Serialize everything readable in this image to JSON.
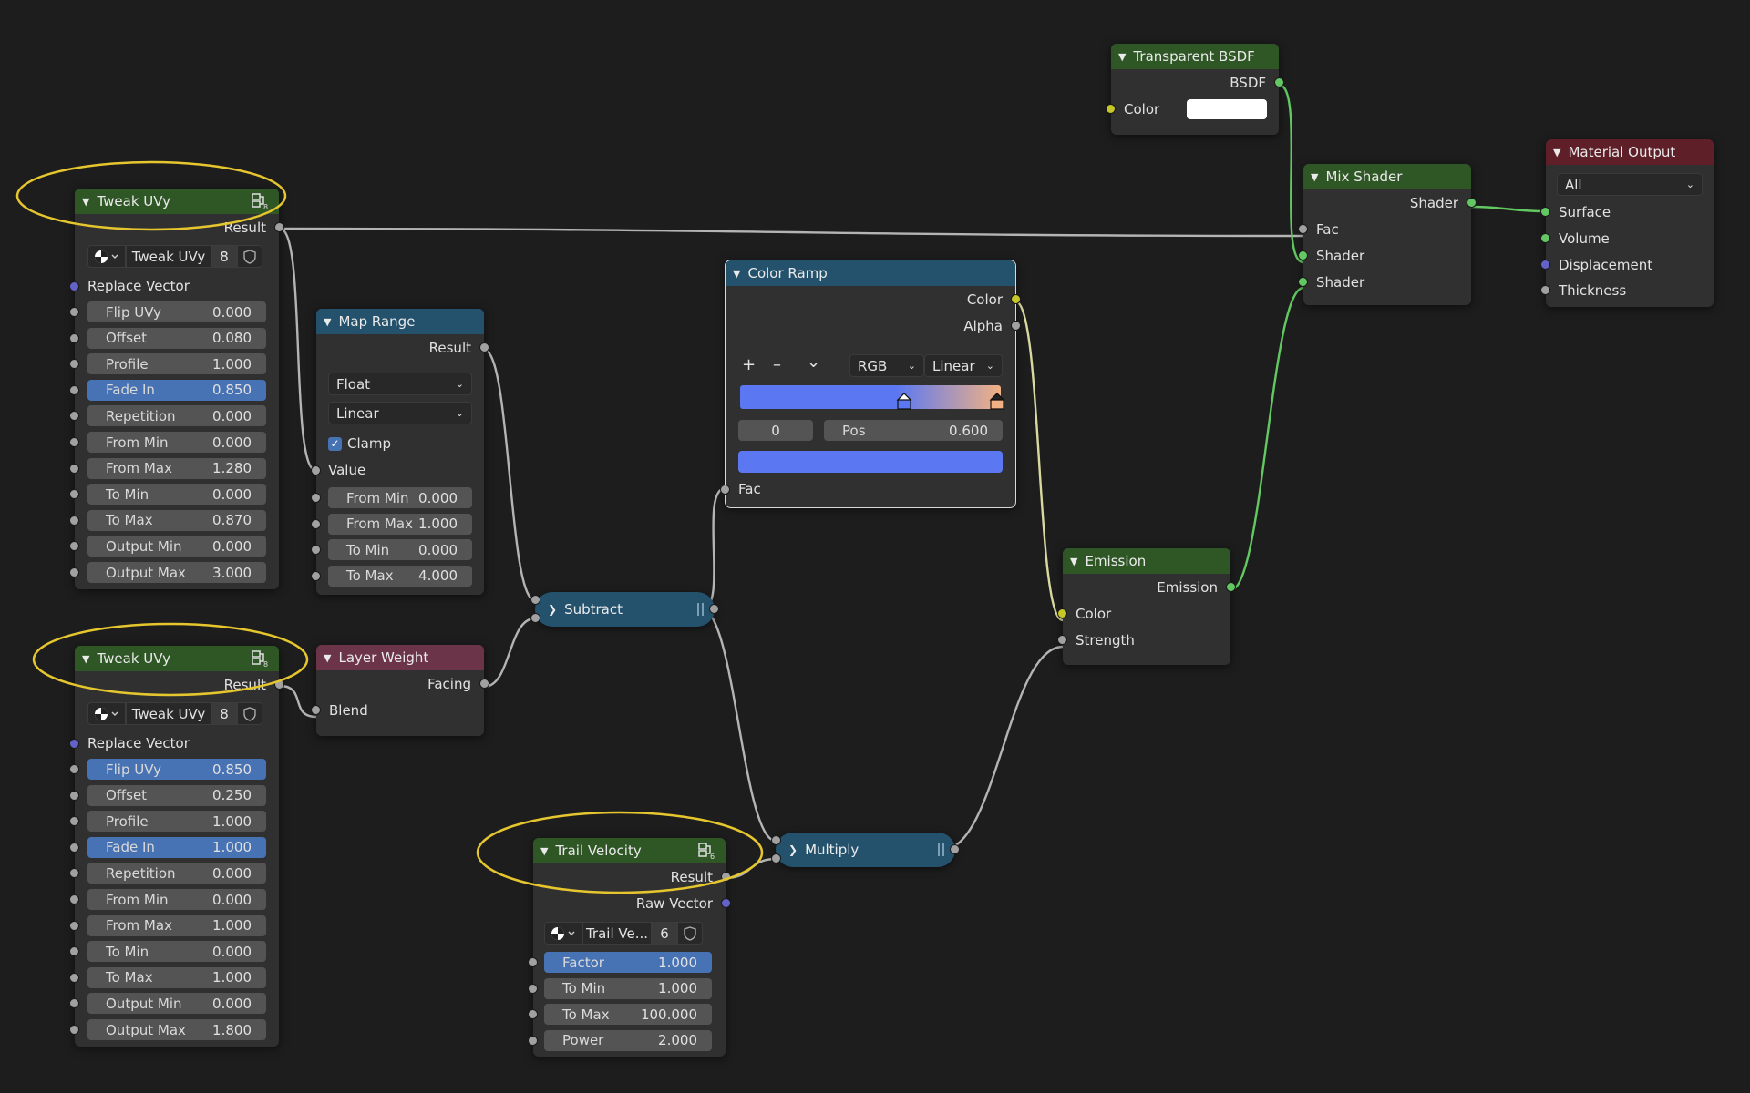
{
  "colors": {
    "background": "#1d1d1d",
    "node_body": "#303030",
    "header_group": "#2f5726",
    "header_converter": "#24526d",
    "header_input": "#6c3448",
    "header_output": "#5e1f28",
    "field": "#545454",
    "field_highlight": "#4772b3",
    "wire_default": "#b4b4b4",
    "wire_shader": "#62c862",
    "wire_color": "#d8d8a0",
    "annotation_oval": "#e6c62e"
  },
  "icons": {
    "node_group": "node-group-icon",
    "collapse": "chevron-down-icon",
    "expand": "chevron-right-icon",
    "material_sphere": "material-sphere-icon",
    "shield": "fake-user-shield-icon"
  },
  "nodes": {
    "tweak1": {
      "title": "Tweak UVy",
      "result": "Result",
      "group_name": "Tweak UVy",
      "users": "8",
      "replace_vector": "Replace Vector",
      "fields": [
        {
          "label": "Flip UVy",
          "value": "0.000",
          "highlight": false
        },
        {
          "label": "Offset",
          "value": "0.080",
          "highlight": false
        },
        {
          "label": "Profile",
          "value": "1.000",
          "highlight": false
        },
        {
          "label": "Fade In",
          "value": "0.850",
          "highlight": true
        },
        {
          "label": "Repetition",
          "value": "0.000",
          "highlight": false
        },
        {
          "label": "From Min",
          "value": "0.000",
          "highlight": false
        },
        {
          "label": "From Max",
          "value": "1.280",
          "highlight": false
        },
        {
          "label": "To Min",
          "value": "0.000",
          "highlight": false
        },
        {
          "label": "To Max",
          "value": "0.870",
          "highlight": false
        },
        {
          "label": "Output Min",
          "value": "0.000",
          "highlight": false
        },
        {
          "label": "Output Max",
          "value": "3.000",
          "highlight": false
        }
      ]
    },
    "tweak2": {
      "title": "Tweak UVy",
      "result": "Result",
      "group_name": "Tweak UVy",
      "users": "8",
      "replace_vector": "Replace Vector",
      "fields": [
        {
          "label": "Flip UVy",
          "value": "0.850",
          "highlight": true
        },
        {
          "label": "Offset",
          "value": "0.250",
          "highlight": false
        },
        {
          "label": "Profile",
          "value": "1.000",
          "highlight": false
        },
        {
          "label": "Fade In",
          "value": "1.000",
          "highlight": true
        },
        {
          "label": "Repetition",
          "value": "0.000",
          "highlight": false
        },
        {
          "label": "From Min",
          "value": "0.000",
          "highlight": false
        },
        {
          "label": "From Max",
          "value": "1.000",
          "highlight": false
        },
        {
          "label": "To Min",
          "value": "0.000",
          "highlight": false
        },
        {
          "label": "To Max",
          "value": "1.000",
          "highlight": false
        },
        {
          "label": "Output Min",
          "value": "0.000",
          "highlight": false
        },
        {
          "label": "Output Max",
          "value": "1.800",
          "highlight": false
        }
      ]
    },
    "map_range": {
      "title": "Map Range",
      "result": "Result",
      "data_type": "Float",
      "interpolation": "Linear",
      "clamp": "Clamp",
      "value": "Value",
      "fields": [
        {
          "label": "From Min",
          "value": "0.000"
        },
        {
          "label": "From Max",
          "value": "1.000"
        },
        {
          "label": "To Min",
          "value": "0.000"
        },
        {
          "label": "To Max",
          "value": "4.000"
        }
      ]
    },
    "layer_weight": {
      "title": "Layer Weight",
      "facing": "Facing",
      "blend": "Blend"
    },
    "subtract": {
      "title": "Subtract"
    },
    "multiply": {
      "title": "Multiply"
    },
    "color_ramp": {
      "title": "Color Ramp",
      "out_color": "Color",
      "out_alpha": "Alpha",
      "add": "+",
      "remove": "–",
      "menu": "⌄",
      "color_mode": "RGB",
      "interpolation": "Linear",
      "stop_index": "0",
      "pos_label": "Pos",
      "pos_value": "0.600",
      "fac": "Fac",
      "stop_colors": [
        "#5b78f2",
        "#f2b183"
      ]
    },
    "trail_velocity": {
      "title": "Trail Velocity",
      "result": "Result",
      "raw_vector": "Raw Vector",
      "group_name": "Trail Ve...",
      "users": "6",
      "fields": [
        {
          "label": "Factor",
          "value": "1.000",
          "highlight": true
        },
        {
          "label": "To Min",
          "value": "1.000",
          "highlight": false
        },
        {
          "label": "To Max",
          "value": "100.000",
          "highlight": false
        },
        {
          "label": "Power",
          "value": "2.000",
          "highlight": false
        }
      ]
    },
    "emission": {
      "title": "Emission",
      "out": "Emission",
      "color": "Color",
      "strength": "Strength"
    },
    "transparent": {
      "title": "Transparent BSDF",
      "out": "BSDF",
      "color": "Color"
    },
    "mix_shader": {
      "title": "Mix Shader",
      "out": "Shader",
      "fac": "Fac",
      "shader1": "Shader",
      "shader2": "Shader"
    },
    "material_output": {
      "title": "Material Output",
      "target": "All",
      "surface": "Surface",
      "volume": "Volume",
      "displacement": "Displacement",
      "thickness": "Thickness"
    }
  }
}
